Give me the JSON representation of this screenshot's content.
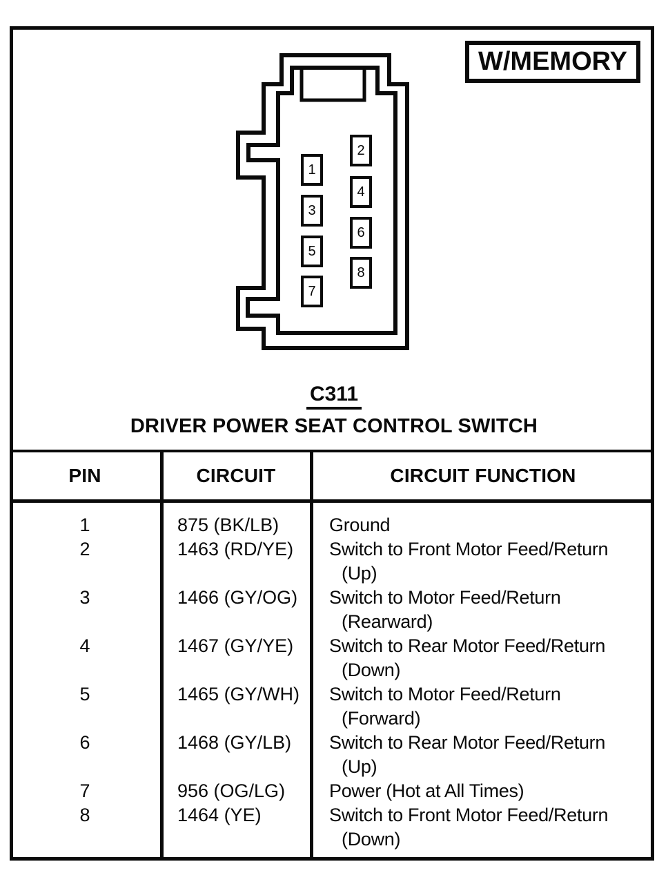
{
  "badge": {
    "label": "W/MEMORY"
  },
  "connector": {
    "id": "C311",
    "title": "DRIVER POWER SEAT CONTROL SWITCH",
    "pins": [
      {
        "label": "1"
      },
      {
        "label": "2"
      },
      {
        "label": "3"
      },
      {
        "label": "4"
      },
      {
        "label": "5"
      },
      {
        "label": "6"
      },
      {
        "label": "7"
      },
      {
        "label": "8"
      }
    ]
  },
  "table": {
    "headers": {
      "pin": "PIN",
      "circuit": "CIRCUIT",
      "function": "CIRCUIT FUNCTION"
    },
    "rows": [
      {
        "pin": "1",
        "circuit": "875 (BK/LB)",
        "function_lines": [
          "Ground"
        ]
      },
      {
        "pin": "2",
        "circuit": "1463 (RD/YE)",
        "function_lines": [
          "Switch to Front Motor Feed/Return",
          "(Up)"
        ]
      },
      {
        "pin": "3",
        "circuit": "1466 (GY/OG)",
        "function_lines": [
          "Switch to Motor Feed/Return",
          "(Rearward)"
        ]
      },
      {
        "pin": "4",
        "circuit": "1467 (GY/YE)",
        "function_lines": [
          "Switch to Rear Motor Feed/Return",
          "(Down)"
        ]
      },
      {
        "pin": "5",
        "circuit": "1465 (GY/WH)",
        "function_lines": [
          "Switch to Motor Feed/Return",
          "(Forward)"
        ]
      },
      {
        "pin": "6",
        "circuit": "1468 (GY/LB)",
        "function_lines": [
          "Switch to Rear Motor Feed/Return",
          "(Up)"
        ]
      },
      {
        "pin": "7",
        "circuit": "956 (OG/LG)",
        "function_lines": [
          "Power (Hot at All Times)"
        ]
      },
      {
        "pin": "8",
        "circuit": "1464 (YE)",
        "function_lines": [
          "Switch to Front Motor Feed/Return",
          "(Down)"
        ]
      }
    ]
  },
  "colors": {
    "ink": "#0a0a0a",
    "paper": "#ffffff"
  }
}
